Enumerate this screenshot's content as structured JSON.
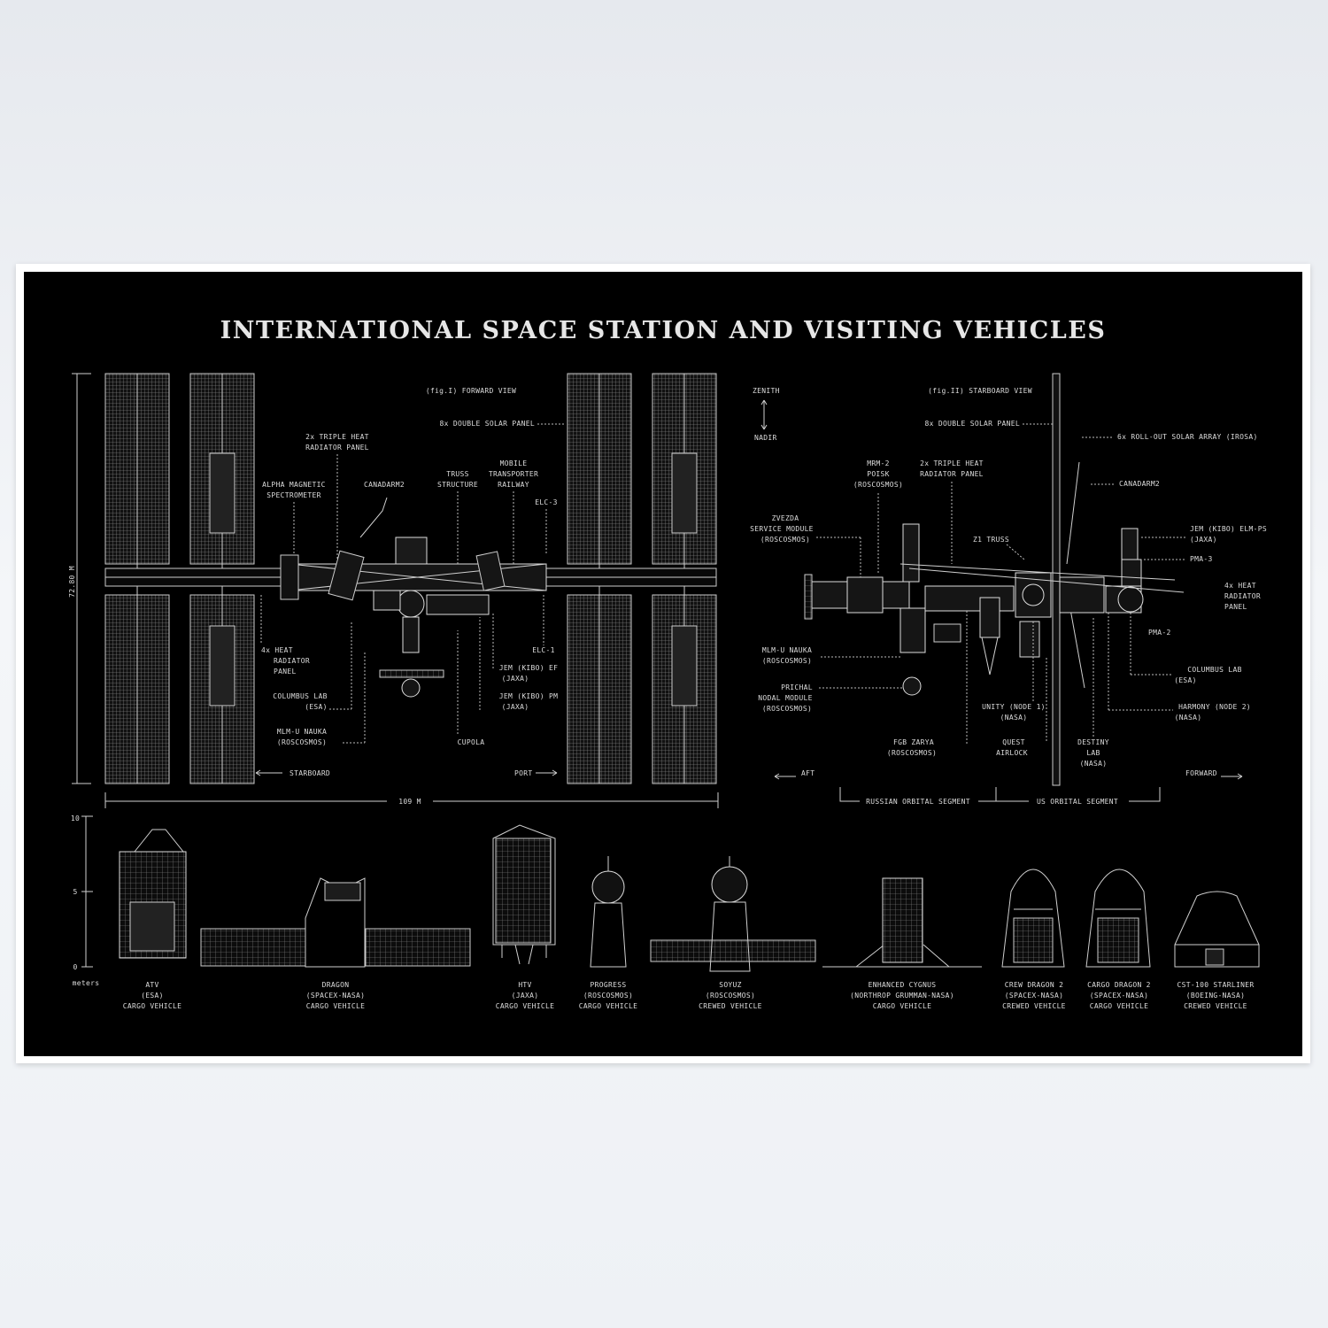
{
  "title": "INTERNATIONAL SPACE STATION AND VISITING VEHICLES",
  "forward_view": {
    "heading": "(fig.I) FORWARD VIEW",
    "height_label": "72.80 M",
    "width_label": "109 M",
    "labels": {
      "double_solar": "8x DOUBLE SOLAR PANEL",
      "triple_heat": [
        "2x TRIPLE HEAT",
        "RADIATOR PANEL"
      ],
      "ams": [
        "ALPHA MAGNETIC",
        "SPECTROMETER"
      ],
      "canadarm": "CANADARM2",
      "truss": [
        "TRUSS",
        "STRUCTURE"
      ],
      "mobile": [
        "MOBILE",
        "TRANSPORTER",
        "RAILWAY"
      ],
      "elc3": "ELC-3",
      "elc1": "ELC-1",
      "heat4": [
        "4x HEAT",
        "RADIATOR",
        "PANEL"
      ],
      "columbus": [
        "COLUMBUS LAB",
        "(ESA)"
      ],
      "nauka": [
        "MLM-U NAUKA",
        "(ROSCOSMOS)"
      ],
      "jem_ef": [
        "JEM (KIBO) EF",
        "(JAXA)"
      ],
      "jem_pm": [
        "JEM (KIBO) PM",
        "(JAXA)"
      ],
      "cupola": "CUPOLA",
      "starboard": "STARBOARD",
      "port": "PORT"
    }
  },
  "starboard_view": {
    "heading": "(fig.II) STARBOARD VIEW",
    "zenith": "ZENITH",
    "nadir": "NADIR",
    "labels": {
      "double_solar": "8x DOUBLE SOLAR PANEL",
      "irosa": "6x ROLL-OUT SOLAR ARRAY (IROSA)",
      "canadarm": "CANADARM2",
      "mrm2": [
        "MRM-2",
        "POISK",
        "(ROSCOSMOS)"
      ],
      "triple_heat": [
        "2x TRIPLE HEAT",
        "RADIATOR PANEL"
      ],
      "zvezda": [
        "ZVEZDA",
        "SERVICE MODULE",
        "(ROSCOSMOS)"
      ],
      "z1": "Z1 TRUSS",
      "jem_elm": [
        "JEM (KIBO) ELM-PS",
        "(JAXA)"
      ],
      "pma3": "PMA-3",
      "heat4": [
        "4x HEAT",
        "RADIATOR",
        "PANEL"
      ],
      "pma2": "PMA-2",
      "nauka": [
        "MLM-U NAUKA",
        "(ROSCOSMOS)"
      ],
      "prichal": [
        "PRICHAL",
        "NODAL MODULE",
        "(ROSCOSMOS)"
      ],
      "columbus": [
        "COLUMBUS LAB",
        "(ESA)"
      ],
      "unity": [
        "UNITY (NODE 1)",
        "(NASA)"
      ],
      "harmony": [
        "HARMONY (NODE 2)",
        "(NASA)"
      ],
      "zarya": [
        "FGB ZARYA",
        "(ROSCOSMOS)"
      ],
      "quest": [
        "QUEST",
        "AIRLOCK"
      ],
      "destiny": [
        "DESTINY",
        "LAB",
        "(NASA)"
      ],
      "aft": "AFT",
      "forward": "FORWARD",
      "ros": "RUSSIAN ORBITAL SEGMENT",
      "uos": "US ORBITAL SEGMENT"
    }
  },
  "scale": {
    "ticks": [
      "10",
      "5",
      "0"
    ],
    "unit": "meters"
  },
  "vehicles": [
    {
      "name": "ATV",
      "agency": "(ESA)",
      "type": "CARGO VEHICLE"
    },
    {
      "name": "DRAGON",
      "agency": "(SPACEX-NASA)",
      "type": "CARGO VEHICLE"
    },
    {
      "name": "HTV",
      "agency": "(JAXA)",
      "type": "CARGO VEHICLE"
    },
    {
      "name": "PROGRESS",
      "agency": "(ROSCOSMOS)",
      "type": "CARGO VEHICLE"
    },
    {
      "name": "SOYUZ",
      "agency": "(ROSCOSMOS)",
      "type": "CREWED VEHICLE"
    },
    {
      "name": "ENHANCED CYGNUS",
      "agency": "(NORTHROP GRUMMAN-NASA)",
      "type": "CARGO VEHICLE"
    },
    {
      "name": "CREW DRAGON 2",
      "agency": "(SPACEX-NASA)",
      "type": "CREWED VEHICLE"
    },
    {
      "name": "CARGO DRAGON 2",
      "agency": "(SPACEX-NASA)",
      "type": "CARGO VEHICLE"
    },
    {
      "name": "CST-100 STARLINER",
      "agency": "(BOEING-NASA)",
      "type": "CREWED VEHICLE"
    }
  ]
}
